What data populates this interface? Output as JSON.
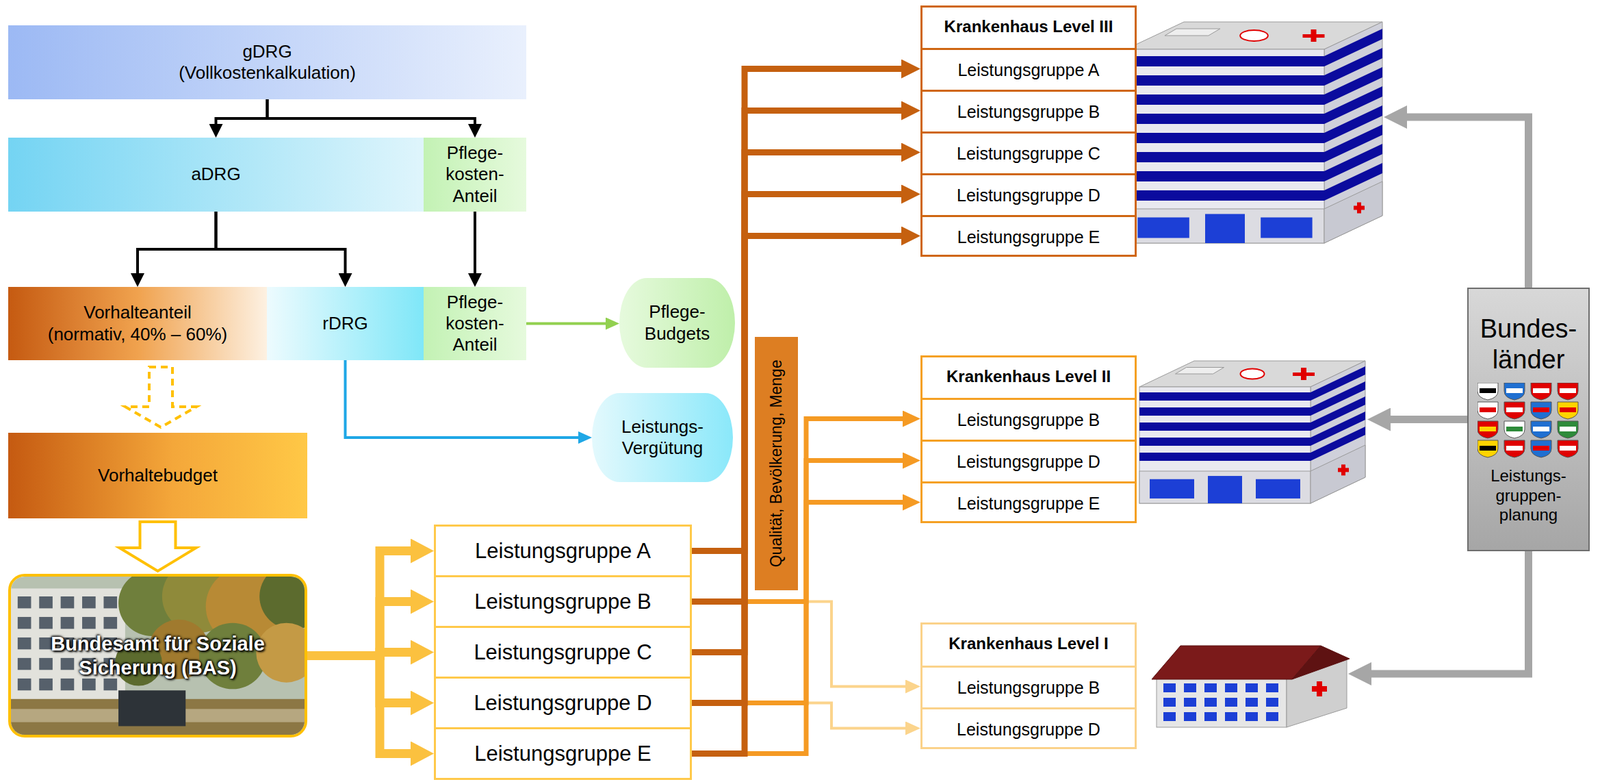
{
  "diagram": {
    "nodes": [
      {
        "text": [
          "gDRG (Vollkostenkalkulation)"
        ]
      },
      {
        "text": [
          "aDRG"
        ]
      },
      {
        "text": [
          "Pflege- kosten- Anteil"
        ]
      },
      {
        "text": [
          "Vorhalteanteil (normativ, 40% – 60%)"
        ]
      },
      {
        "text": [
          "rDRG"
        ]
      },
      {
        "text": [
          "Pflege- kosten- Anteil"
        ]
      },
      {
        "text": [
          "Pflege- Budgets"
        ]
      },
      {
        "text": [
          "Leistungs- Vergütung"
        ]
      },
      {
        "text": [
          "Vorhaltebudget"
        ]
      },
      {
        "text": [
          "Bundesamt für Soziale Sicherung (BAS)"
        ]
      },
      {
        "text": [
          "Leistungsgruppe A"
        ]
      },
      {
        "text": [
          "Leistungsgruppe B"
        ]
      },
      {
        "text": [
          "Leistungsgruppe C"
        ]
      },
      {
        "text": [
          "Leistungsgruppe D"
        ]
      },
      {
        "text": [
          "Leistungsgruppe E"
        ]
      },
      {
        "text": [
          "Qualität, Bevölkerung, Menge"
        ]
      },
      {
        "text": [
          "Krankenhaus Level III"
        ]
      },
      {
        "text": [
          "Leistungsgruppe A"
        ],
        "in": 16
      },
      {
        "text": [
          "Leistungsgruppe B"
        ],
        "in": 16
      },
      {
        "text": [
          "Leistungsgruppe C"
        ],
        "in": 16
      },
      {
        "text": [
          "Leistungsgruppe D"
        ],
        "in": 16
      },
      {
        "text": [
          "Leistungsgruppe E"
        ],
        "in": 16
      },
      {
        "text": [
          "Krankenhaus Level II"
        ]
      },
      {
        "text": [
          "Leistungsgruppe B"
        ],
        "in": 22
      },
      {
        "text": [
          "Leistungsgruppe D"
        ],
        "in": 22
      },
      {
        "text": [
          "Leistungsgruppe E"
        ],
        "in": 22
      },
      {
        "text": [
          "Krankenhaus Level I"
        ]
      },
      {
        "text": [
          "Leistungsgruppe B"
        ],
        "in": 26
      },
      {
        "text": [
          "Leistungsgruppe D"
        ],
        "in": 26
      },
      {
        "text": [
          "Bundes- länder",
          "Leistungs- gruppen- planung"
        ]
      }
    ],
    "edges": [
      {
        "from": 0,
        "to": 1,
        "arrow": "to"
      },
      {
        "from": 0,
        "to": 2,
        "arrow": "to"
      },
      {
        "from": 1,
        "to": 3,
        "arrow": "to"
      },
      {
        "from": 1,
        "to": 4,
        "arrow": "to"
      },
      {
        "from": 2,
        "to": 5,
        "arrow": "to"
      },
      {
        "from": 5,
        "to": 6,
        "arrow": "to"
      },
      {
        "from": 4,
        "to": 7,
        "arrow": "to"
      },
      {
        "from": 3,
        "to": 8,
        "arrow": "to"
      },
      {
        "from": 8,
        "to": 9,
        "arrow": "to"
      },
      {
        "from": 9,
        "to": 10,
        "arrow": "to"
      },
      {
        "from": 9,
        "to": 11,
        "arrow": "to"
      },
      {
        "from": 9,
        "to": 12,
        "arrow": "to"
      },
      {
        "from": 9,
        "to": 13,
        "arrow": "to"
      },
      {
        "from": 9,
        "to": 14,
        "arrow": "to"
      },
      {
        "from": 11,
        "to": 27,
        "arrow": "to"
      },
      {
        "from": 13,
        "to": 28,
        "arrow": "to"
      },
      {
        "from": 11,
        "to": 23,
        "arrow": "to"
      },
      {
        "from": 13,
        "to": 24,
        "arrow": "to"
      },
      {
        "from": 14,
        "to": 25,
        "arrow": "to"
      },
      {
        "from": 10,
        "to": 17,
        "arrow": "to"
      },
      {
        "from": 11,
        "to": 18,
        "arrow": "to"
      },
      {
        "from": 12,
        "to": 19,
        "arrow": "to"
      },
      {
        "from": 13,
        "to": 20,
        "arrow": "to"
      },
      {
        "from": 14,
        "to": 21,
        "arrow": "to"
      },
      {
        "from": 29,
        "to": 16,
        "arrow": "to"
      },
      {
        "from": 29,
        "to": 22,
        "arrow": "to"
      },
      {
        "from": 29,
        "to": 26,
        "arrow": "to"
      }
    ]
  }
}
